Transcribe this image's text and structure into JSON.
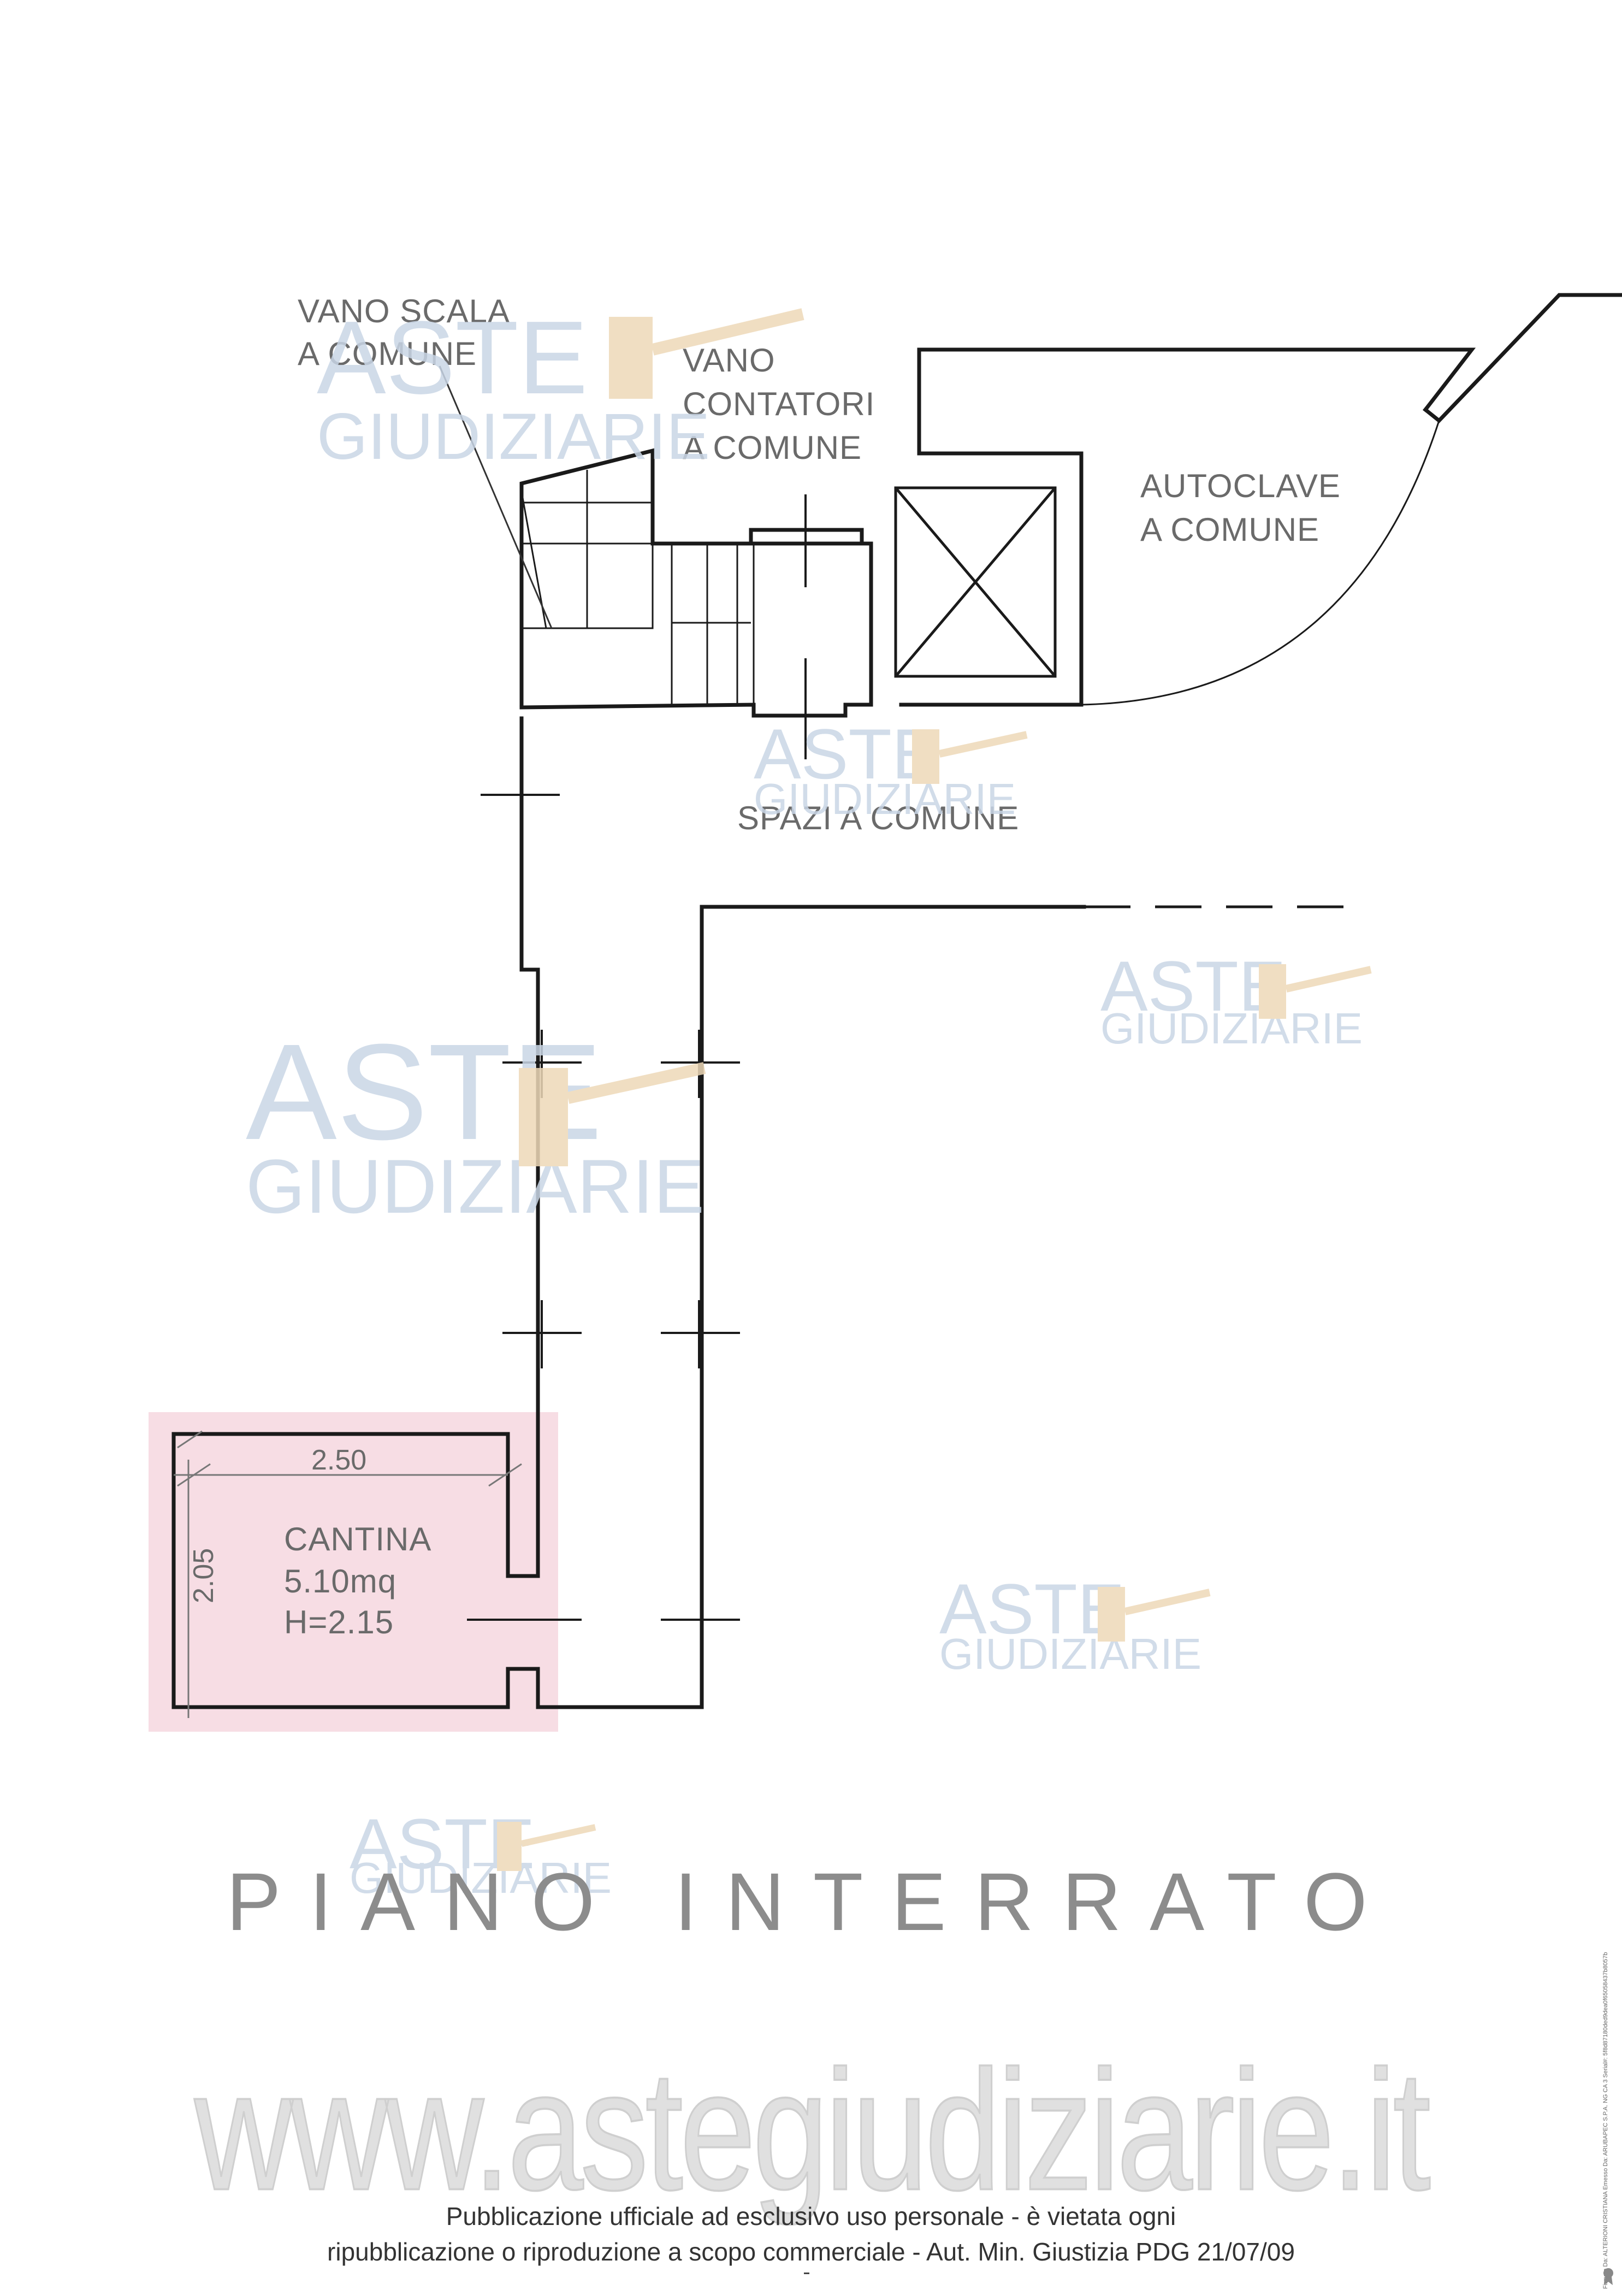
{
  "plan": {
    "rooms": {
      "vano_scala_line1": "VANO SCALA",
      "vano_scala_line2": "A COMUNE",
      "contatori_line1": "VANO",
      "contatori_line2": "CONTATORI",
      "contatori_line3": "A COMUNE",
      "autoclave_line1": "AUTOCLAVE",
      "autoclave_line2": "A COMUNE",
      "spazi": "SPAZI A COMUNE"
    },
    "cantina": {
      "name": "CANTINA",
      "area": "5.10mq",
      "height": "H=2.15",
      "width_dim": "2.50",
      "depth_dim": "2.05"
    },
    "highlight_color": "#f7dde4"
  },
  "title": "PIANO INTERRATO",
  "watermark": {
    "line1": "ASTE",
    "line2": "GIUDIZIARIE",
    "color": "#c9d6e6"
  },
  "site": "www.astegiudiziarie.it",
  "disclaimer": {
    "line1": "Pubblicazione ufficiale ad esclusivo uso personale - è vietata ogni",
    "line2": "ripubblicazione o riproduzione a scopo commerciale - Aut. Min. Giustizia PDG 21/07/09"
  },
  "footer_dash": "-",
  "side_note": "Firmato Da: ALTERIONI CRISTIANA Emesso Da: ARUBAPEC S.P.A. NG CA 3 Serial#: 5f8d87180ded9dea0f65058437b8057b"
}
